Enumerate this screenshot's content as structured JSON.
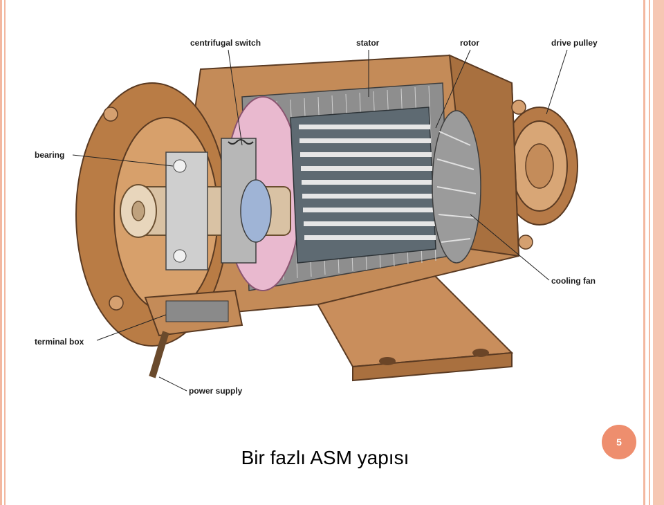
{
  "slide": {
    "caption": "Bir fazlı ASM yapısı",
    "page_number": "5",
    "accent_color": "#ee8e6e",
    "border_color": "#f3b8a0"
  },
  "diagram": {
    "labels": {
      "centrifugal_switch": "centrifugal switch",
      "stator": "stator",
      "rotor": "rotor",
      "drive_pulley": "drive pulley",
      "bearing": "bearing",
      "cooling_fan": "cooling fan",
      "terminal_box": "terminal box",
      "power_supply": "power supply"
    }
  }
}
